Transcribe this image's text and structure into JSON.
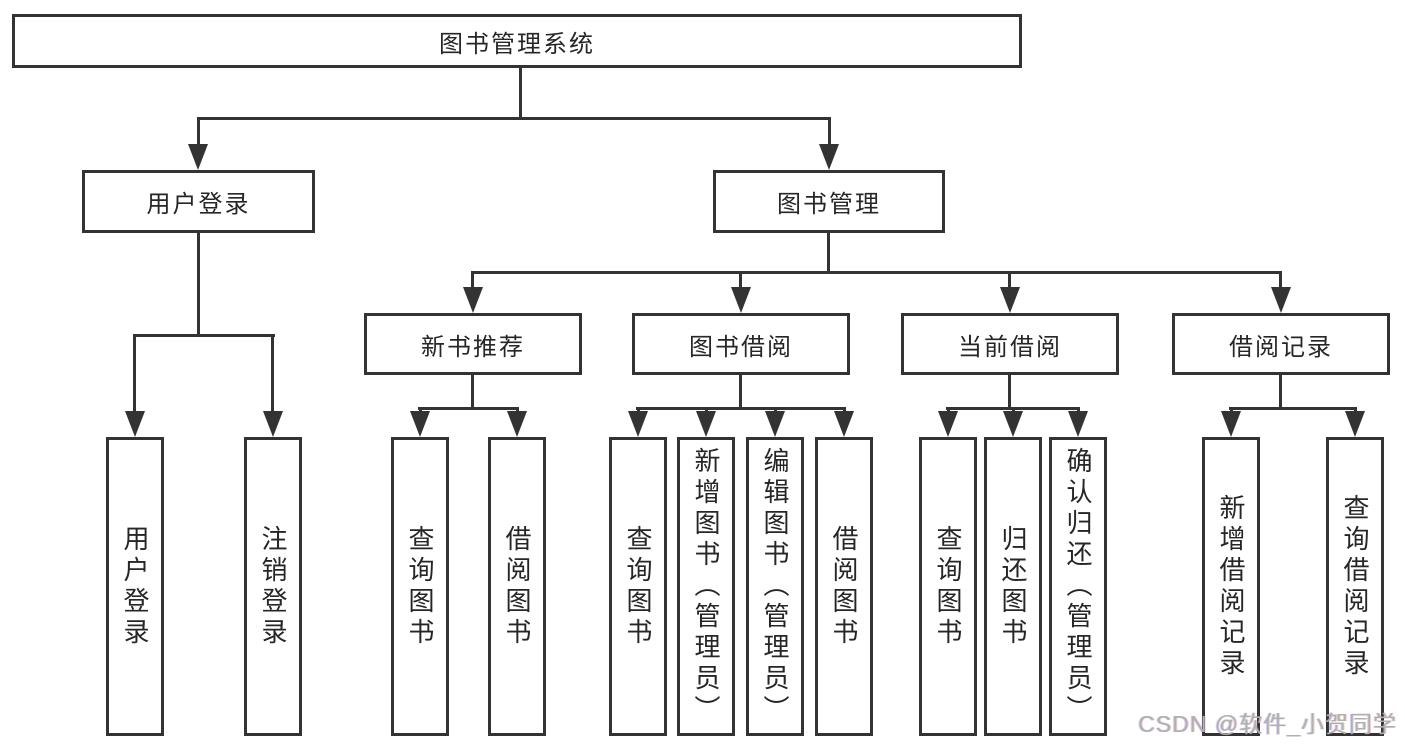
{
  "tree": {
    "root": "图书管理系统",
    "children": [
      {
        "label": "用户登录",
        "children": [
          "用户登录",
          "注销登录"
        ]
      },
      {
        "label": "图书管理",
        "children": [
          {
            "label": "新书推荐",
            "children": [
              "查询图书",
              "借阅图书"
            ]
          },
          {
            "label": "图书借阅",
            "children": [
              "查询图书",
              "新增图书（管理员）",
              "编辑图书（管理员）",
              "借阅图书"
            ]
          },
          {
            "label": "当前借阅",
            "children": [
              "查询图书",
              "归还图书",
              "确认归还（管理员）"
            ]
          },
          {
            "label": "借阅记录",
            "children": [
              "新增借阅记录",
              "查询借阅记录"
            ]
          }
        ]
      }
    ]
  },
  "watermark": {
    "text": "CSDN @软件_小贺同学"
  },
  "colors": {
    "line": "#333333",
    "text": "#262626",
    "background": "#ffffff",
    "watermark": "#b0b0b0"
  }
}
